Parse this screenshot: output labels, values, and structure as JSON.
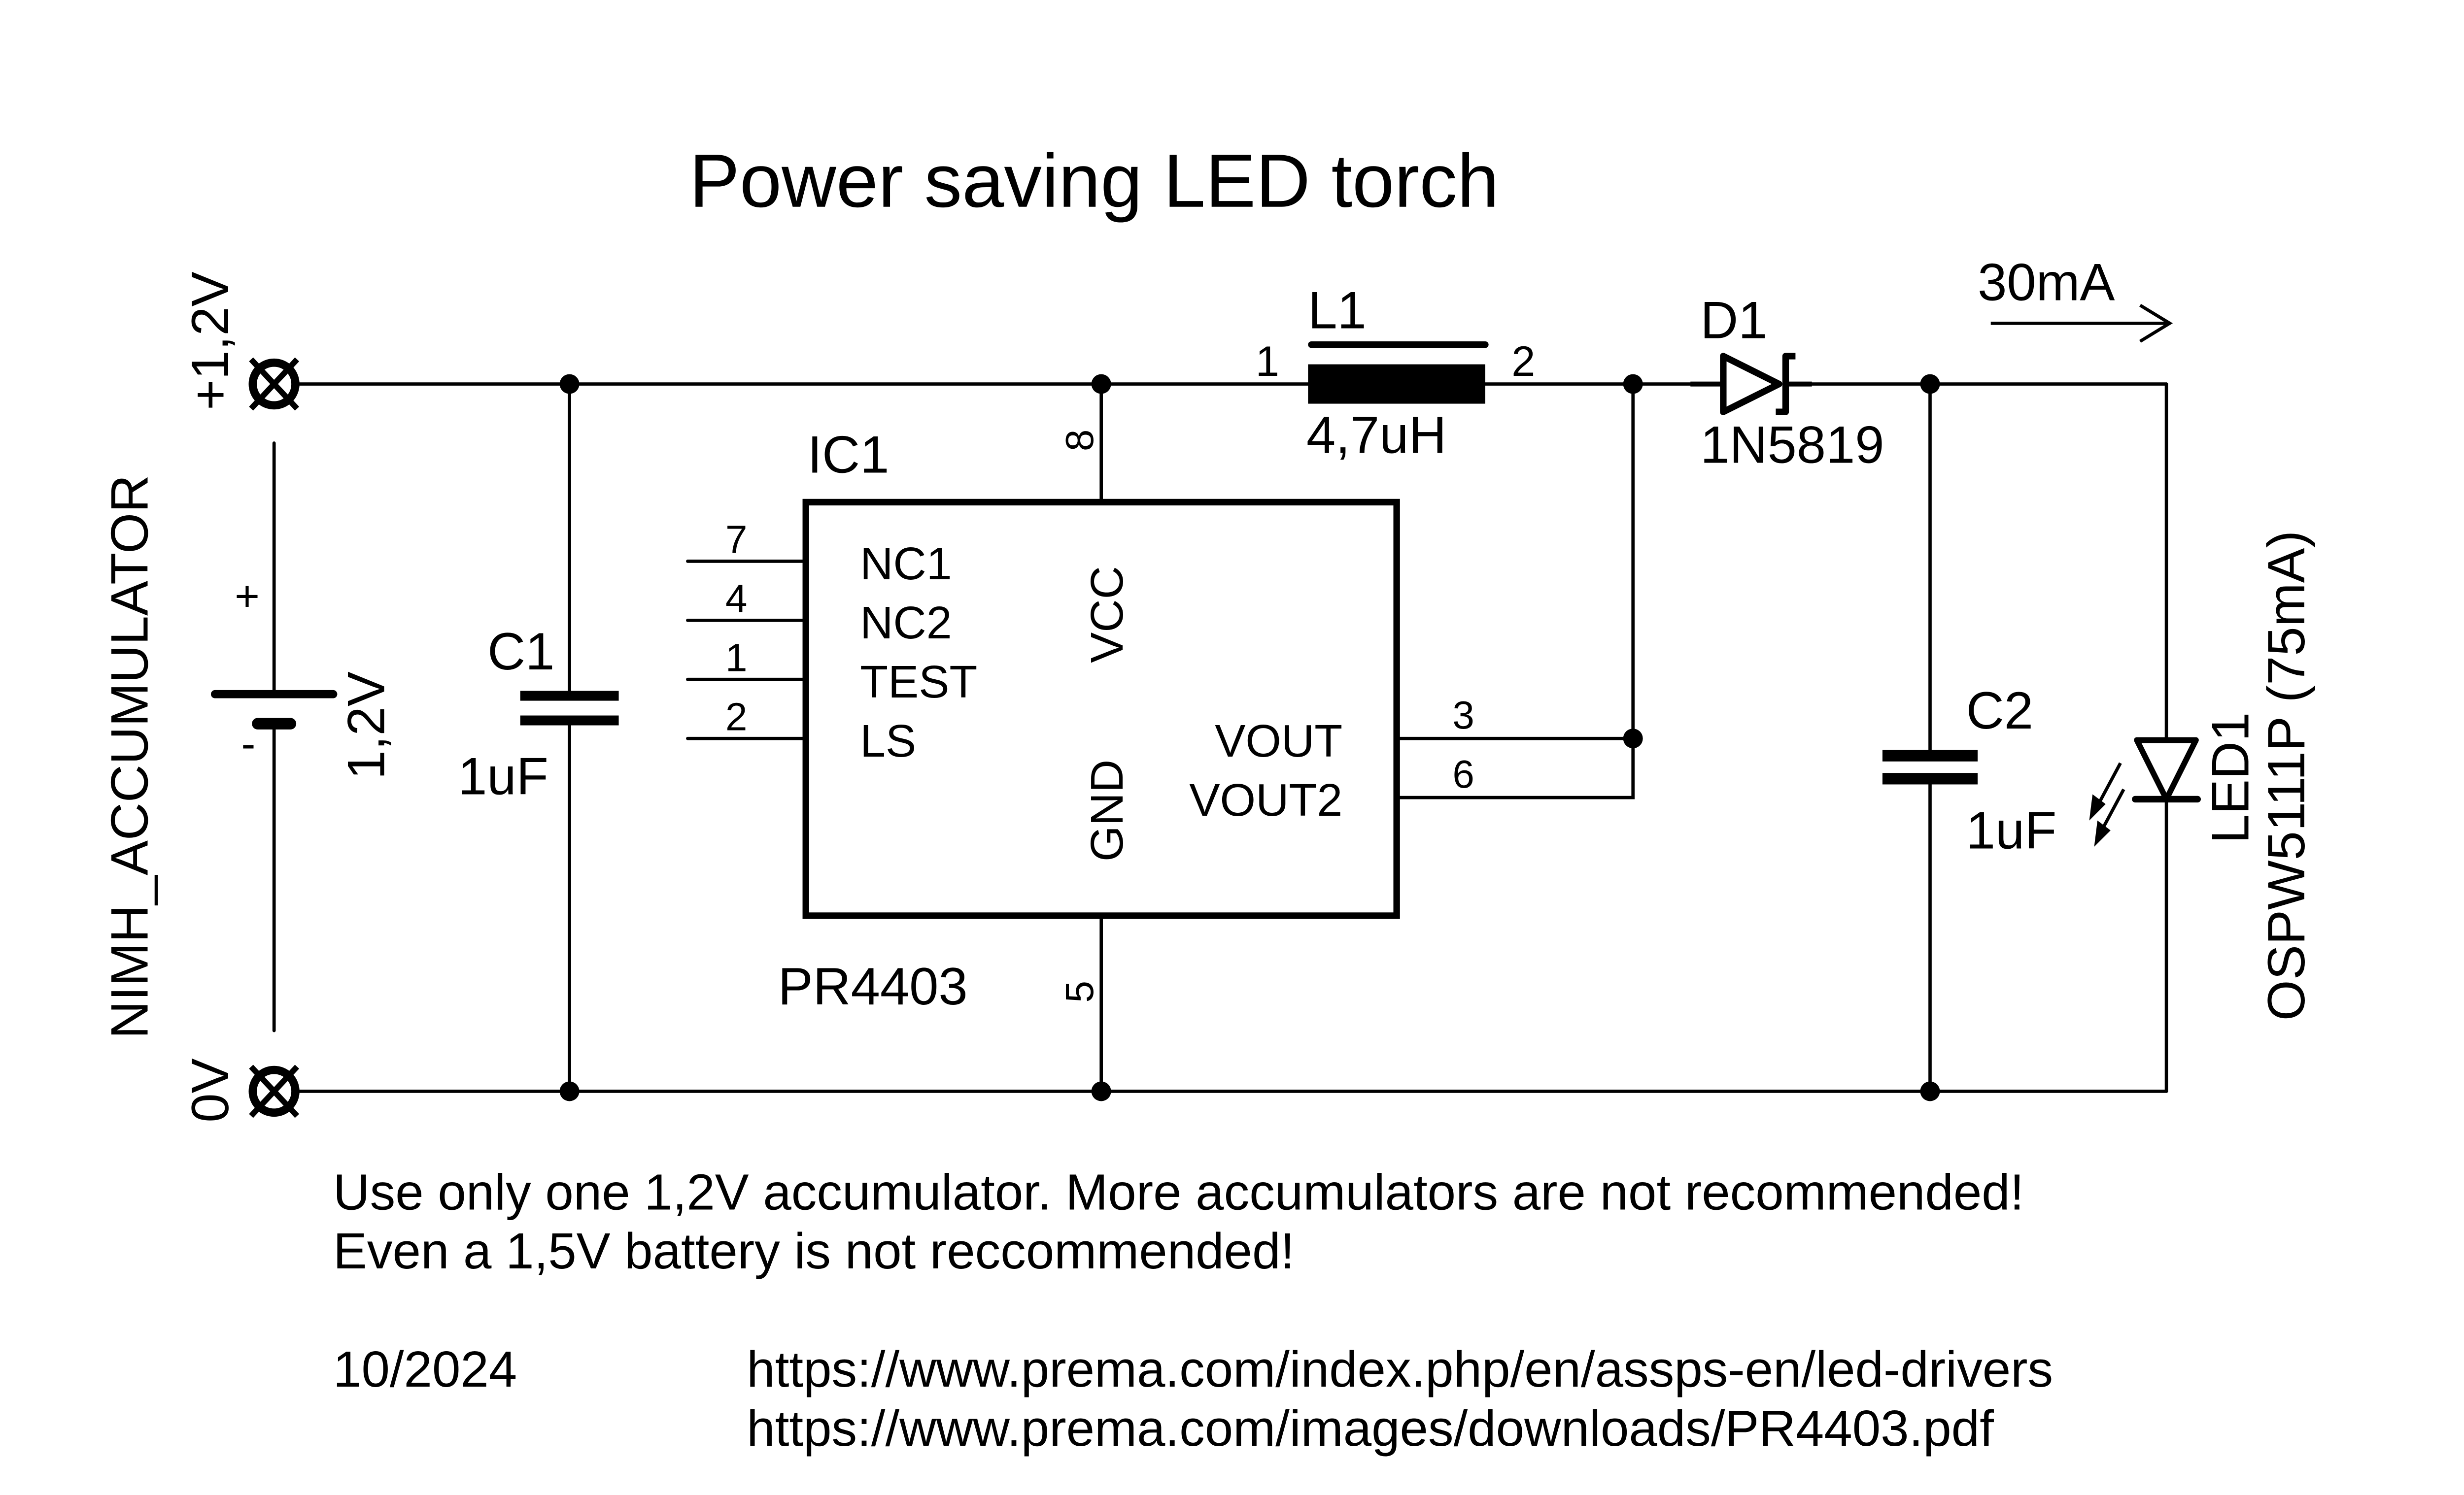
{
  "title": "Power saving LED torch",
  "battery": {
    "name": "NIMH_ACCUMULATOR",
    "voltage": "1,2V",
    "plus_sign": "+",
    "minus_sign": "-",
    "terminal_top": "+1,2V",
    "terminal_bottom": "0V"
  },
  "c1": {
    "ref": "C1",
    "value": "1uF"
  },
  "c2": {
    "ref": "C2",
    "value": "1uF"
  },
  "l1": {
    "ref": "L1",
    "value": "4,7uH",
    "pin1": "1",
    "pin2": "2"
  },
  "d1": {
    "ref": "D1",
    "value": "1N5819"
  },
  "led1": {
    "ref": "LED1",
    "value": "OSPW5111P (75mA)"
  },
  "current_label": "30mA",
  "ic1": {
    "ref": "IC1",
    "value": "PR4403",
    "left_pins": [
      {
        "num": "7",
        "name": "NC1"
      },
      {
        "num": "4",
        "name": "NC2"
      },
      {
        "num": "1",
        "name": "TEST"
      },
      {
        "num": "2",
        "name": "LS"
      }
    ],
    "right_pins": [
      {
        "num": "3",
        "name": "VOUT"
      },
      {
        "num": "6",
        "name": "VOUT2"
      }
    ],
    "vcc": {
      "num": "8",
      "name": "VCC"
    },
    "gnd": {
      "num": "5",
      "name": "GND"
    }
  },
  "notes": {
    "line1": "Use only one 1,2V accumulator. More accumulators are not recommended!",
    "line2": "Even a 1,5V battery is not reccommended!",
    "date": "10/2024",
    "url1": "https://www.prema.com/index.php/en/assps-en/led-drivers",
    "url2": "https://www.prema.com/images/downloads/PR4403.pdf"
  }
}
